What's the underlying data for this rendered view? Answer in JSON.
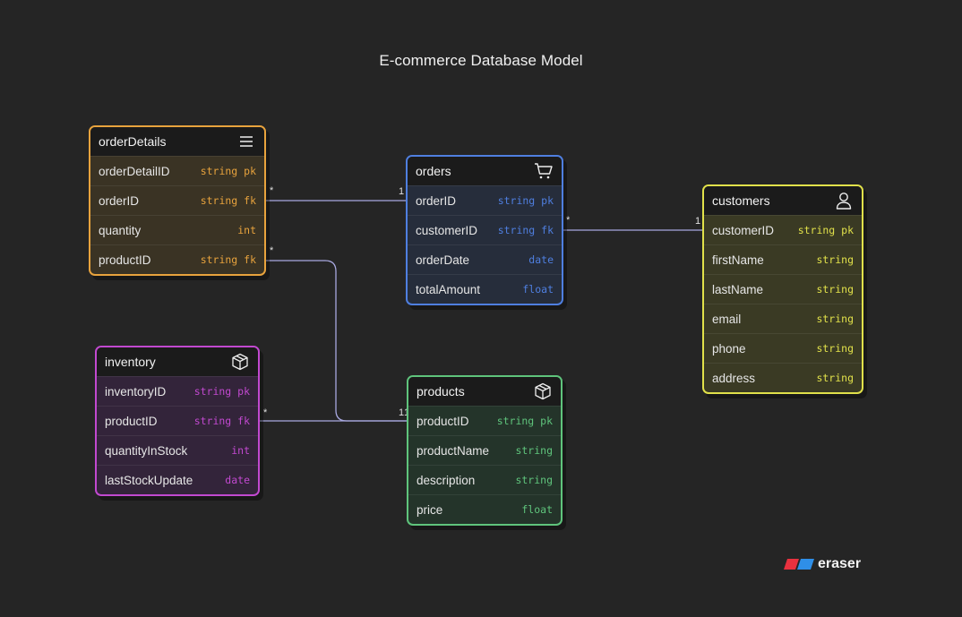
{
  "title": "E-commerce Database Model",
  "brand": {
    "name": "eraser"
  },
  "colors": {
    "orderDetails": "#e8a33d",
    "orders": "#4f7fe0",
    "customers": "#e1e14a",
    "inventory": "#c249d0",
    "products": "#5fc47c",
    "connector": "#9a9ad8"
  },
  "tables": {
    "orderDetails": {
      "name": "orderDetails",
      "icon": "list-icon",
      "fields": [
        {
          "name": "orderDetailID",
          "type": "string pk"
        },
        {
          "name": "orderID",
          "type": "string fk"
        },
        {
          "name": "quantity",
          "type": "int"
        },
        {
          "name": "productID",
          "type": "string fk"
        }
      ]
    },
    "orders": {
      "name": "orders",
      "icon": "cart-icon",
      "fields": [
        {
          "name": "orderID",
          "type": "string pk"
        },
        {
          "name": "customerID",
          "type": "string fk"
        },
        {
          "name": "orderDate",
          "type": "date"
        },
        {
          "name": "totalAmount",
          "type": "float"
        }
      ]
    },
    "customers": {
      "name": "customers",
      "icon": "user-icon",
      "fields": [
        {
          "name": "customerID",
          "type": "string pk"
        },
        {
          "name": "firstName",
          "type": "string"
        },
        {
          "name": "lastName",
          "type": "string"
        },
        {
          "name": "email",
          "type": "string"
        },
        {
          "name": "phone",
          "type": "string"
        },
        {
          "name": "address",
          "type": "string"
        }
      ]
    },
    "inventory": {
      "name": "inventory",
      "icon": "box-icon",
      "fields": [
        {
          "name": "inventoryID",
          "type": "string pk"
        },
        {
          "name": "productID",
          "type": "string fk"
        },
        {
          "name": "quantityInStock",
          "type": "int"
        },
        {
          "name": "lastStockUpdate",
          "type": "date"
        }
      ]
    },
    "products": {
      "name": "products",
      "icon": "box-icon",
      "fields": [
        {
          "name": "productID",
          "type": "string pk"
        },
        {
          "name": "productName",
          "type": "string"
        },
        {
          "name": "description",
          "type": "string"
        },
        {
          "name": "price",
          "type": "float"
        }
      ]
    }
  },
  "relations": [
    {
      "from": "orderDetails.orderID",
      "to": "orders.orderID",
      "from_card": "*",
      "to_card": "1"
    },
    {
      "from": "orders.customerID",
      "to": "customers.customerID",
      "from_card": "*",
      "to_card": "1"
    },
    {
      "from": "orderDetails.productID",
      "to": "products.productID",
      "from_card": "*",
      "to_card": "1"
    },
    {
      "from": "inventory.productID",
      "to": "products.productID",
      "from_card": "*",
      "to_card": "1"
    }
  ]
}
